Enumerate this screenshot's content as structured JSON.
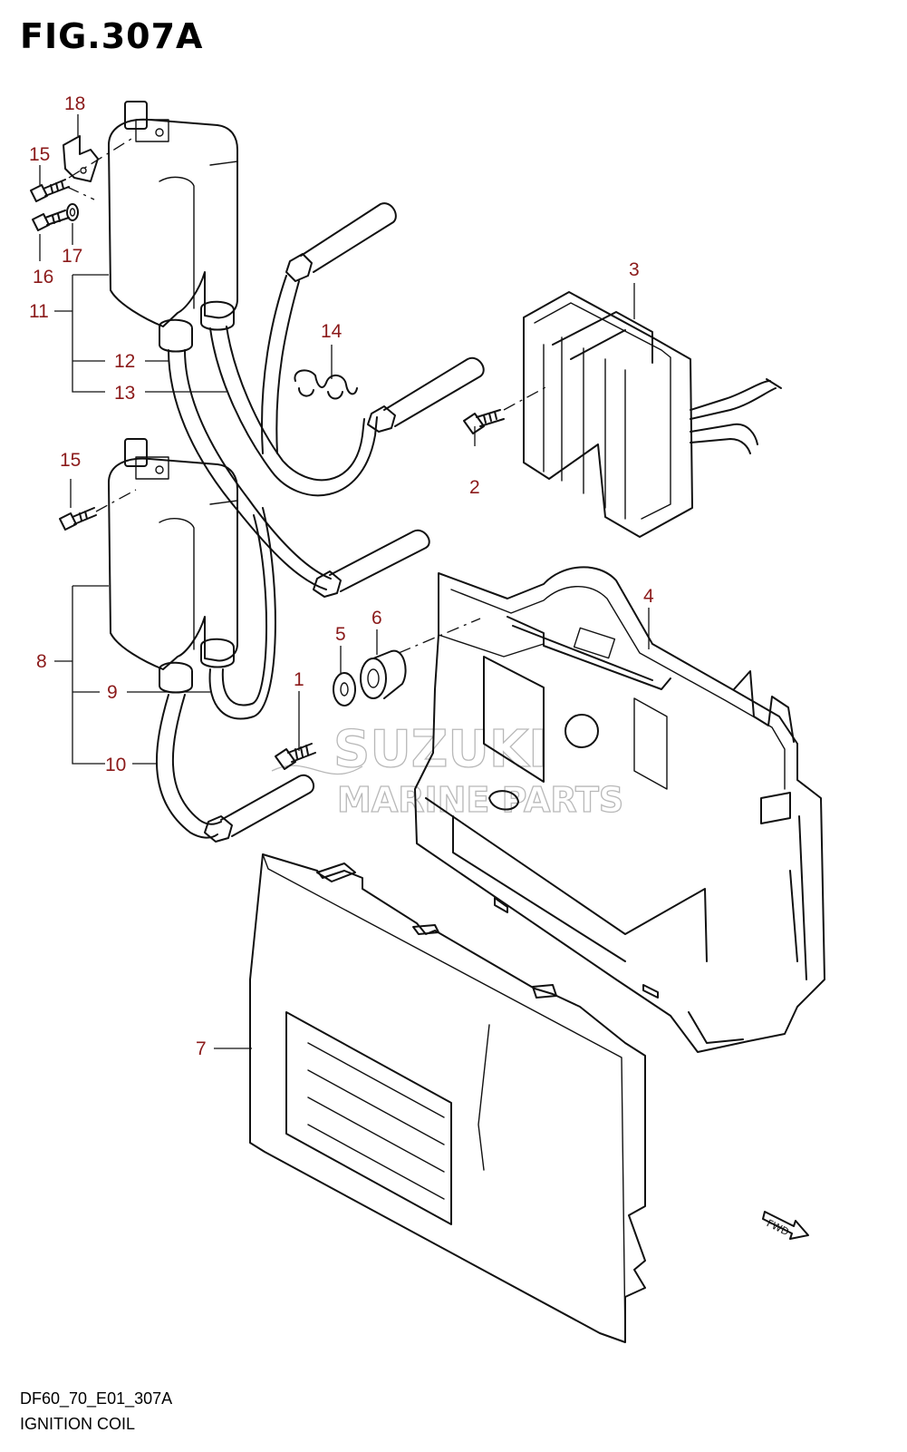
{
  "figure": {
    "title": "FIG.307A",
    "model_code": "DF60_70_E01_307A",
    "caption": "IGNITION COIL"
  },
  "watermark": {
    "line1": "SUZUKI",
    "line2": "MARINE PARTS"
  },
  "fwd_label": "FWD",
  "callouts": [
    {
      "id": "c1",
      "label": "1"
    },
    {
      "id": "c2",
      "label": "2"
    },
    {
      "id": "c3",
      "label": "3"
    },
    {
      "id": "c4",
      "label": "4"
    },
    {
      "id": "c5",
      "label": "5"
    },
    {
      "id": "c6",
      "label": "6"
    },
    {
      "id": "c7",
      "label": "7"
    },
    {
      "id": "c8",
      "label": "8"
    },
    {
      "id": "c9",
      "label": "9"
    },
    {
      "id": "c10",
      "label": "10"
    },
    {
      "id": "c11",
      "label": "11"
    },
    {
      "id": "c12",
      "label": "12"
    },
    {
      "id": "c13",
      "label": "13"
    },
    {
      "id": "c14",
      "label": "14"
    },
    {
      "id": "c15a",
      "label": "15"
    },
    {
      "id": "c15b",
      "label": "15"
    },
    {
      "id": "c16",
      "label": "16"
    },
    {
      "id": "c17",
      "label": "17"
    },
    {
      "id": "c18",
      "label": "18"
    }
  ],
  "colors": {
    "callout": "#8b1a1a",
    "line": "#111111",
    "watermark": "#b8b8b8"
  }
}
